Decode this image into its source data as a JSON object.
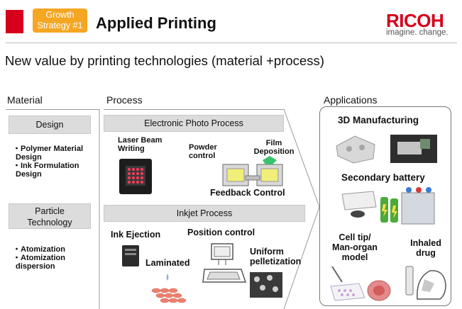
{
  "header": {
    "badge_line1": "Growth",
    "badge_line2": "Strategy #1",
    "title": "Applied Printing",
    "logo": "RICOH",
    "logo_tagline": "imagine. change."
  },
  "subtitle": "New value by printing technologies (material +process)",
  "columns": {
    "material": "Material",
    "process": "Process",
    "applications": "Applications"
  },
  "material": {
    "design_heading": "Design",
    "design_items": [
      "・Polymer Material",
      "Design",
      "・Ink Formulation",
      "Design"
    ],
    "particle_heading_1": "Particle",
    "particle_heading_2": "Technology",
    "particle_items": [
      "・Atomization",
      "・Atomization",
      "dispersion"
    ]
  },
  "process": {
    "electronic_heading": "Electronic Photo Process",
    "laser_1": "Laser Beam",
    "laser_2": "Writing",
    "powder_1": "Powder",
    "powder_2": "control",
    "film_1": "Film",
    "film_2": "Deposition",
    "feedback": "Feedback Control",
    "inkjet_heading": "Inkjet Process",
    "ink_ejection": "Ink Ejection",
    "position_control": "Position control",
    "laminated": "Laminated",
    "uniform_1": "Uniform",
    "uniform_2": "pelletization"
  },
  "applications": {
    "manufacturing": "3D Manufacturing",
    "battery": "Secondary battery",
    "cell_1": "Cell tip/",
    "cell_2": "Man-organ",
    "cell_3": "model",
    "inhaled_1": "Inhaled",
    "inhaled_2": "drug"
  },
  "colors": {
    "brand_red": "#d6001c",
    "badge_orange": "#f5a623",
    "grey_box": "#dcdcdc"
  }
}
